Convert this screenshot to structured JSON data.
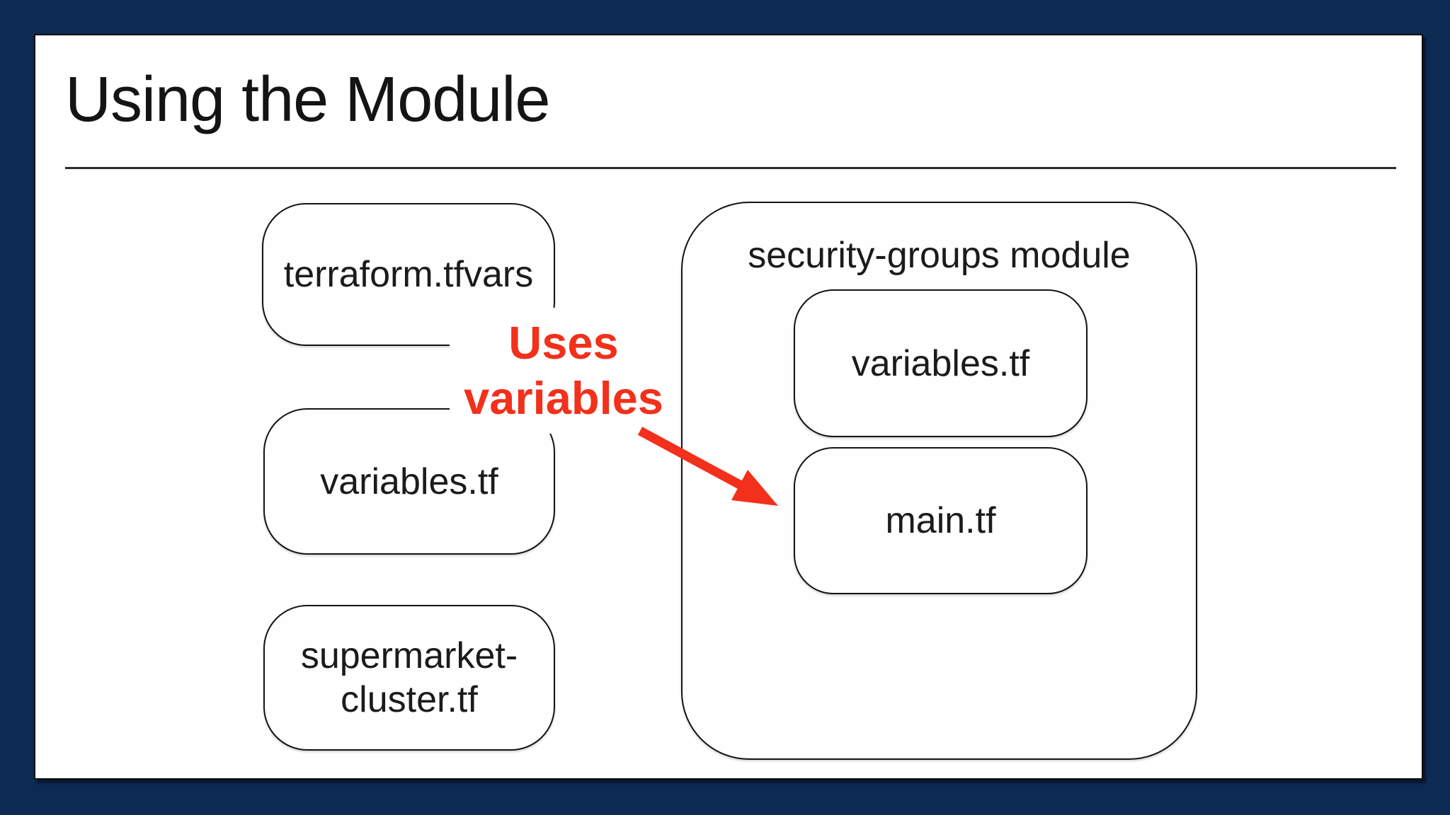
{
  "colors": {
    "frame_background": "#0d2a52",
    "slide_background": "#ffffff",
    "box_border": "#141414",
    "annotation_red": "#f2301b"
  },
  "slide": {
    "title": "Using the Module",
    "left_column": {
      "boxes": [
        {
          "label": "terraform.tfvars"
        },
        {
          "label": "variables.tf"
        },
        {
          "label": "supermarket-cluster.tf",
          "lines": [
            "supermarket-",
            "cluster.tf"
          ]
        }
      ]
    },
    "module": {
      "label": "security-groups module",
      "boxes": [
        {
          "label": "variables.tf"
        },
        {
          "label": "main.tf"
        }
      ]
    },
    "annotation": {
      "line1": "Uses",
      "line2": "variables"
    }
  }
}
